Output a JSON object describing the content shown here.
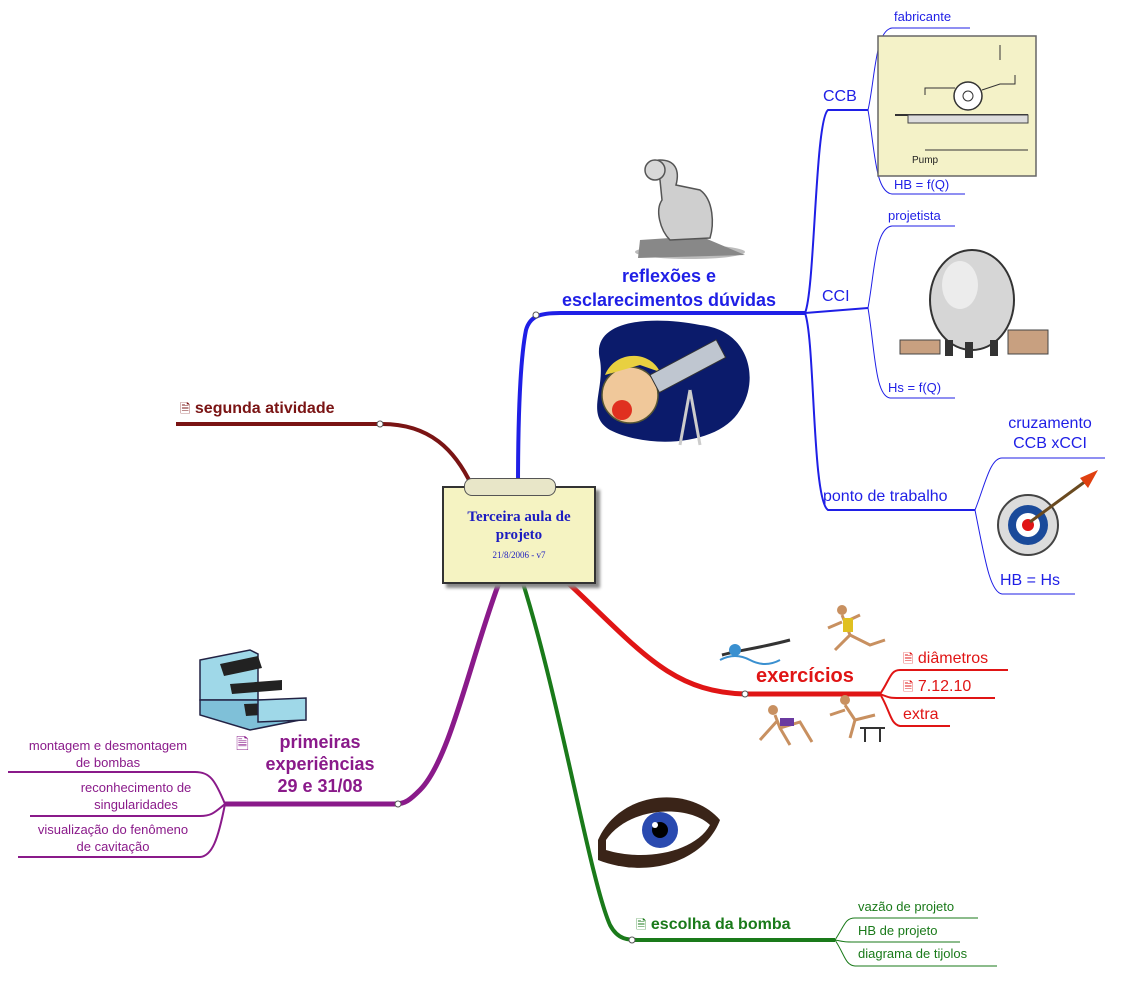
{
  "central": {
    "title_line1": "Terceira aula de",
    "title_line2": "projeto",
    "date": "21/8/2006 - v7"
  },
  "branches": {
    "reflexoes": {
      "title_line1": "reflexões e",
      "title_line2": "esclarecimentos dúvidas",
      "ccb": {
        "label": "CCB",
        "top": "fabricante",
        "bottom": "HB = f(Q)",
        "figure_text": "Pump"
      },
      "cci": {
        "label": "CCI",
        "top": "projetista",
        "bottom": "Hs = f(Q)"
      },
      "ponto": {
        "label": "ponto de trabalho",
        "top_line1": "cruzamento",
        "top_line2": "CCB xCCI",
        "bottom": "HB = Hs"
      }
    },
    "segunda": {
      "label": "segunda atividade"
    },
    "primeiras": {
      "title_line1": "primeiras",
      "title_line2": "experiências",
      "title_line3": "29 e 31/08",
      "children": [
        {
          "line1": "montagem e desmontagem",
          "line2": "de bombas"
        },
        {
          "line1": "reconhecimento de",
          "line2": "singularidades"
        },
        {
          "line1": "visualização do fenômeno",
          "line2": "de cavitação"
        }
      ]
    },
    "exercicios": {
      "label": "exercícios",
      "children": [
        "diâmetros",
        "7.12.10",
        "extra"
      ]
    },
    "escolha": {
      "label": "escolha da bomba",
      "children": [
        "vazão de projeto",
        "HB de projeto",
        "diagrama de tijolos"
      ]
    }
  },
  "colors": {
    "blue": "#1f1fe6",
    "red": "#e01515",
    "green": "#1a7a1a",
    "purple": "#8a1a8a",
    "maroon": "#7a1414"
  }
}
